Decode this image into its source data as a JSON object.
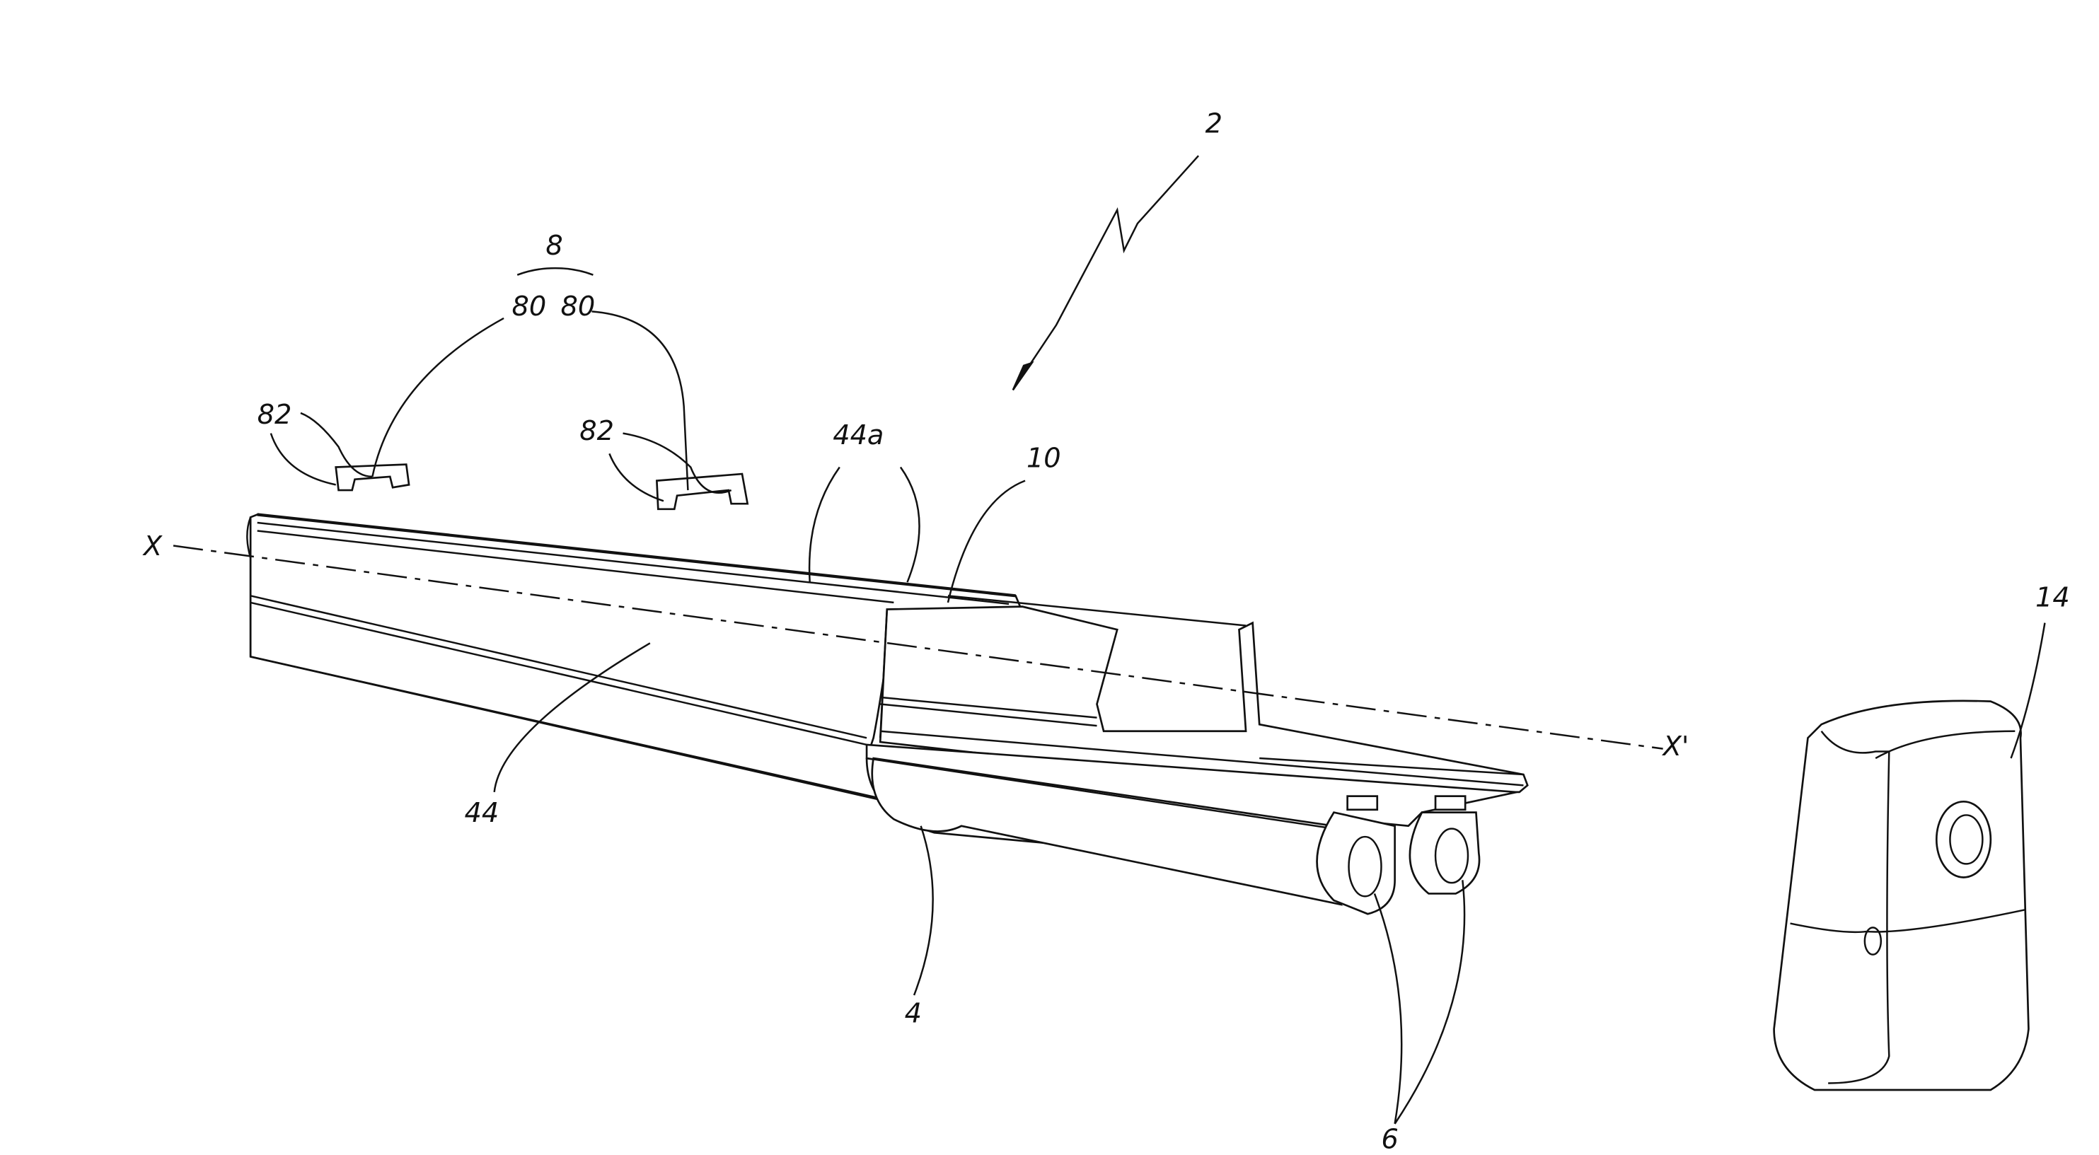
{
  "figure": {
    "labels": {
      "assembly": "2",
      "clip_set": "8",
      "clip_a": "80",
      "clip_b": "80",
      "tab_a": "82",
      "tab_b": "82",
      "groove": "44a",
      "support": "10",
      "axis_start": "X",
      "axis_end": "X'",
      "channel": "44",
      "profile": "4",
      "tubes": "6",
      "end_cap": "14"
    }
  }
}
